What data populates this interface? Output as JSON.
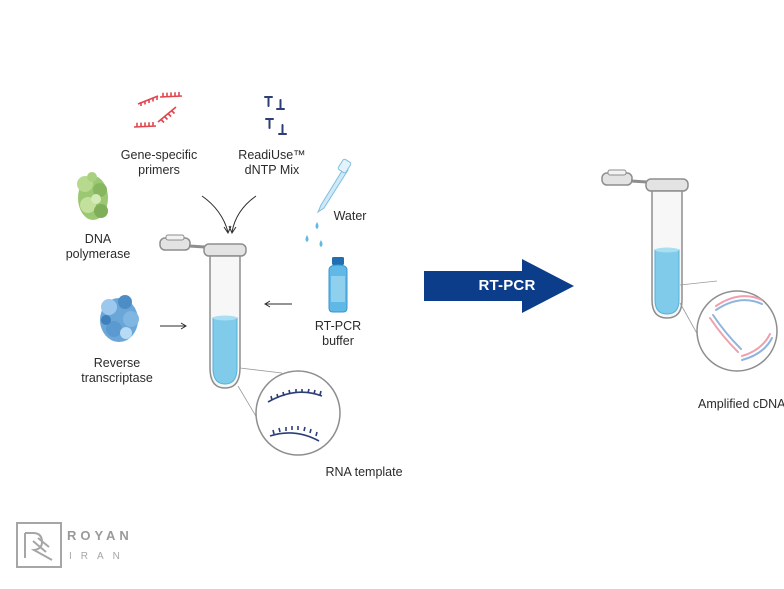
{
  "components": {
    "primers": [
      "Gene-specific",
      "primers"
    ],
    "dntp": [
      "ReadiUse™",
      "dNTP Mix"
    ],
    "water": [
      "Water"
    ],
    "polymerase": [
      "DNA",
      "polymerase"
    ],
    "buffer": [
      "RT-PCR",
      "buffer"
    ],
    "rt": [
      "Reverse",
      "transcriptase"
    ],
    "rna": [
      "RNA template"
    ]
  },
  "process": {
    "label": "RT-PCR"
  },
  "result": {
    "label": "Amplified cDNA"
  },
  "logo": {
    "name": "ROYAN",
    "sub": "IRAN"
  },
  "colors": {
    "arrow": "#0b3d8a",
    "liquid": "#7fcbe9",
    "primer_red": "#e0474c",
    "strand_navy": "#2c3e78",
    "cdna_pink": "#f0a0ad",
    "cdna_blue": "#8fb4e0",
    "dna_pol_green": "#9bc873",
    "rt_blue": "#6aa7d8"
  }
}
